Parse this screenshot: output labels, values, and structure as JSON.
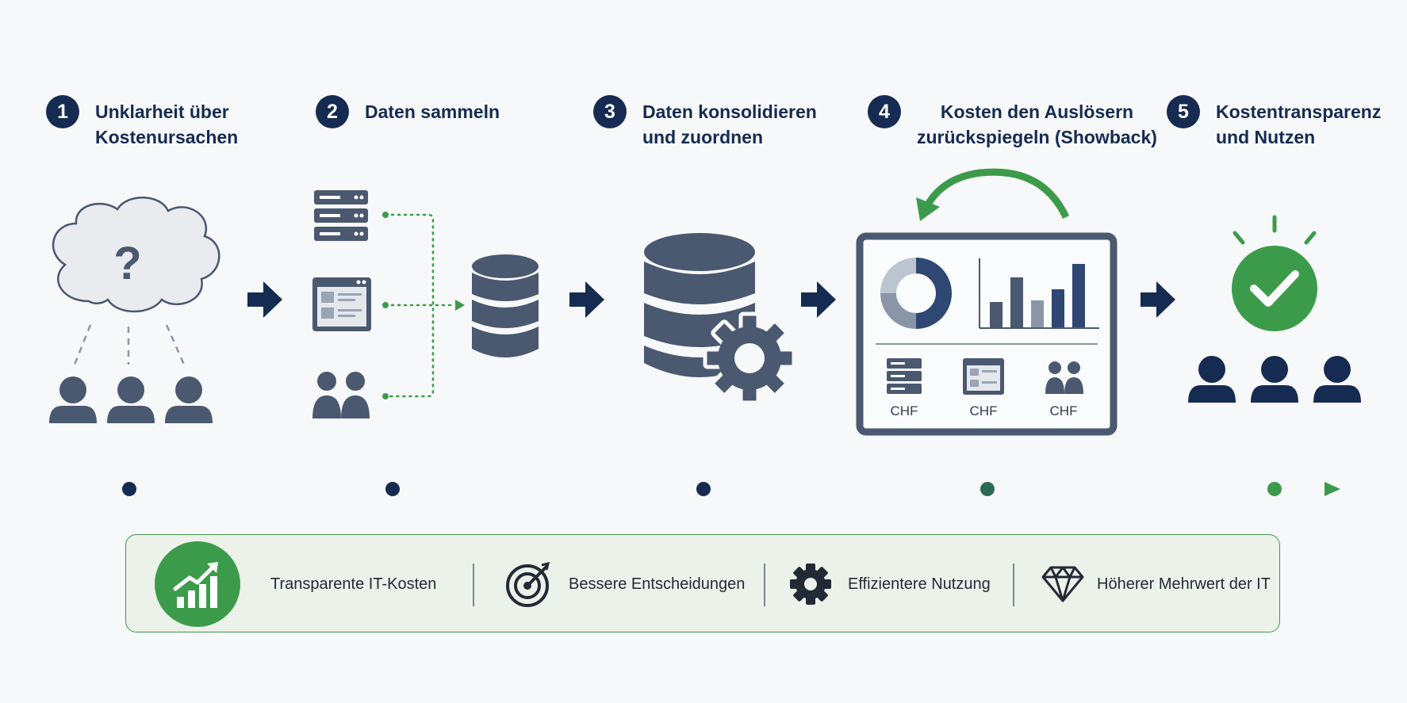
{
  "steps": [
    {
      "number": "1",
      "title": "Unklarheit über\nKostenursachen"
    },
    {
      "number": "2",
      "title": "Daten sammeln"
    },
    {
      "number": "3",
      "title": "Daten konsolidieren\nund zuordnen"
    },
    {
      "number": "4",
      "title": "Kosten den Auslösern\nzurückspiegeln (Showback)"
    },
    {
      "number": "5",
      "title": "Kostentransparenz\nund Nutzen"
    }
  ],
  "dashboard": {
    "currency_labels": [
      "CHF",
      "CHF",
      "CHF"
    ]
  },
  "benefits": [
    {
      "label": "Transparente IT-Kosten",
      "icon": "trend-up-chart-icon"
    },
    {
      "label": "Bessere Entscheidungen",
      "icon": "target-icon"
    },
    {
      "label": "Effizientere Nutzung",
      "icon": "gear-icon"
    },
    {
      "label": "Höherer Mehrwert der IT",
      "icon": "diamond-icon"
    }
  ],
  "colors": {
    "navy": "#152b52",
    "slate": "#4a5870",
    "green": "#3c9b4b",
    "cloud": "#e9ebee"
  }
}
